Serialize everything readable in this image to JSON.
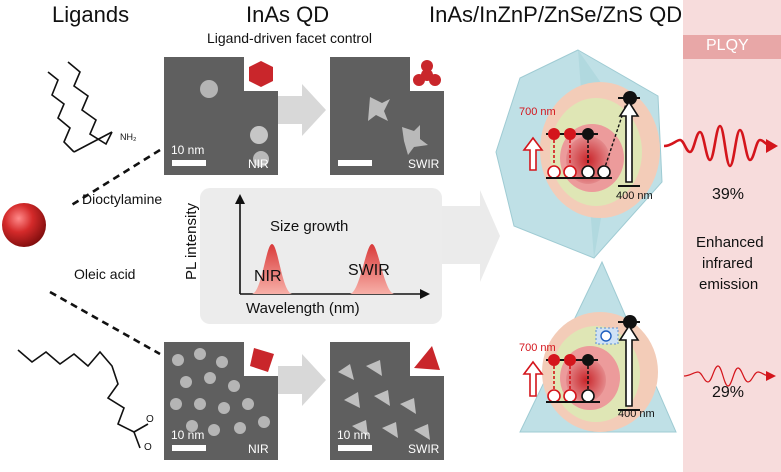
{
  "headers": {
    "ligands": "Ligands",
    "inas_qd": "InAs QD",
    "core_shell_qd": "InAs/InZnP/ZnSe/ZnS QD",
    "facet_control": "Ligand-driven  facet control",
    "plqy": "PLQY"
  },
  "ligands": {
    "dioctylamine": "Dioctylamine",
    "oleic_acid": "Oleic acid",
    "amine_group": "NH₂",
    "acid_oxygen_1": "O",
    "acid_oxygen_2": "O"
  },
  "tem": {
    "top_left_scale": "10 nm",
    "top_left_label": "NIR",
    "top_right_label": "SWIR",
    "bottom_left_scale": "10 nm",
    "bottom_left_label": "NIR",
    "bottom_right_scale": "10 nm",
    "bottom_right_label": "SWIR"
  },
  "pl_plot": {
    "ylabel": "PL intensity",
    "xlabel": "Wavelength (nm)",
    "title": "Size growth",
    "peak1": "NIR",
    "peak2": "SWIR"
  },
  "top_qd": {
    "excitation": "700 nm",
    "absorption": "400 nm",
    "plqy": "39%"
  },
  "bottom_qd": {
    "excitation": "700 nm",
    "absorption": "400 nm",
    "plqy": "29%"
  },
  "emission_note": {
    "line1": "Enhanced",
    "line2": "infrared",
    "line3": "emission"
  },
  "colors": {
    "accent_red": "#d4151c",
    "shell_blue": "#b9dde3",
    "plqy_band": "#f7dcdc"
  }
}
